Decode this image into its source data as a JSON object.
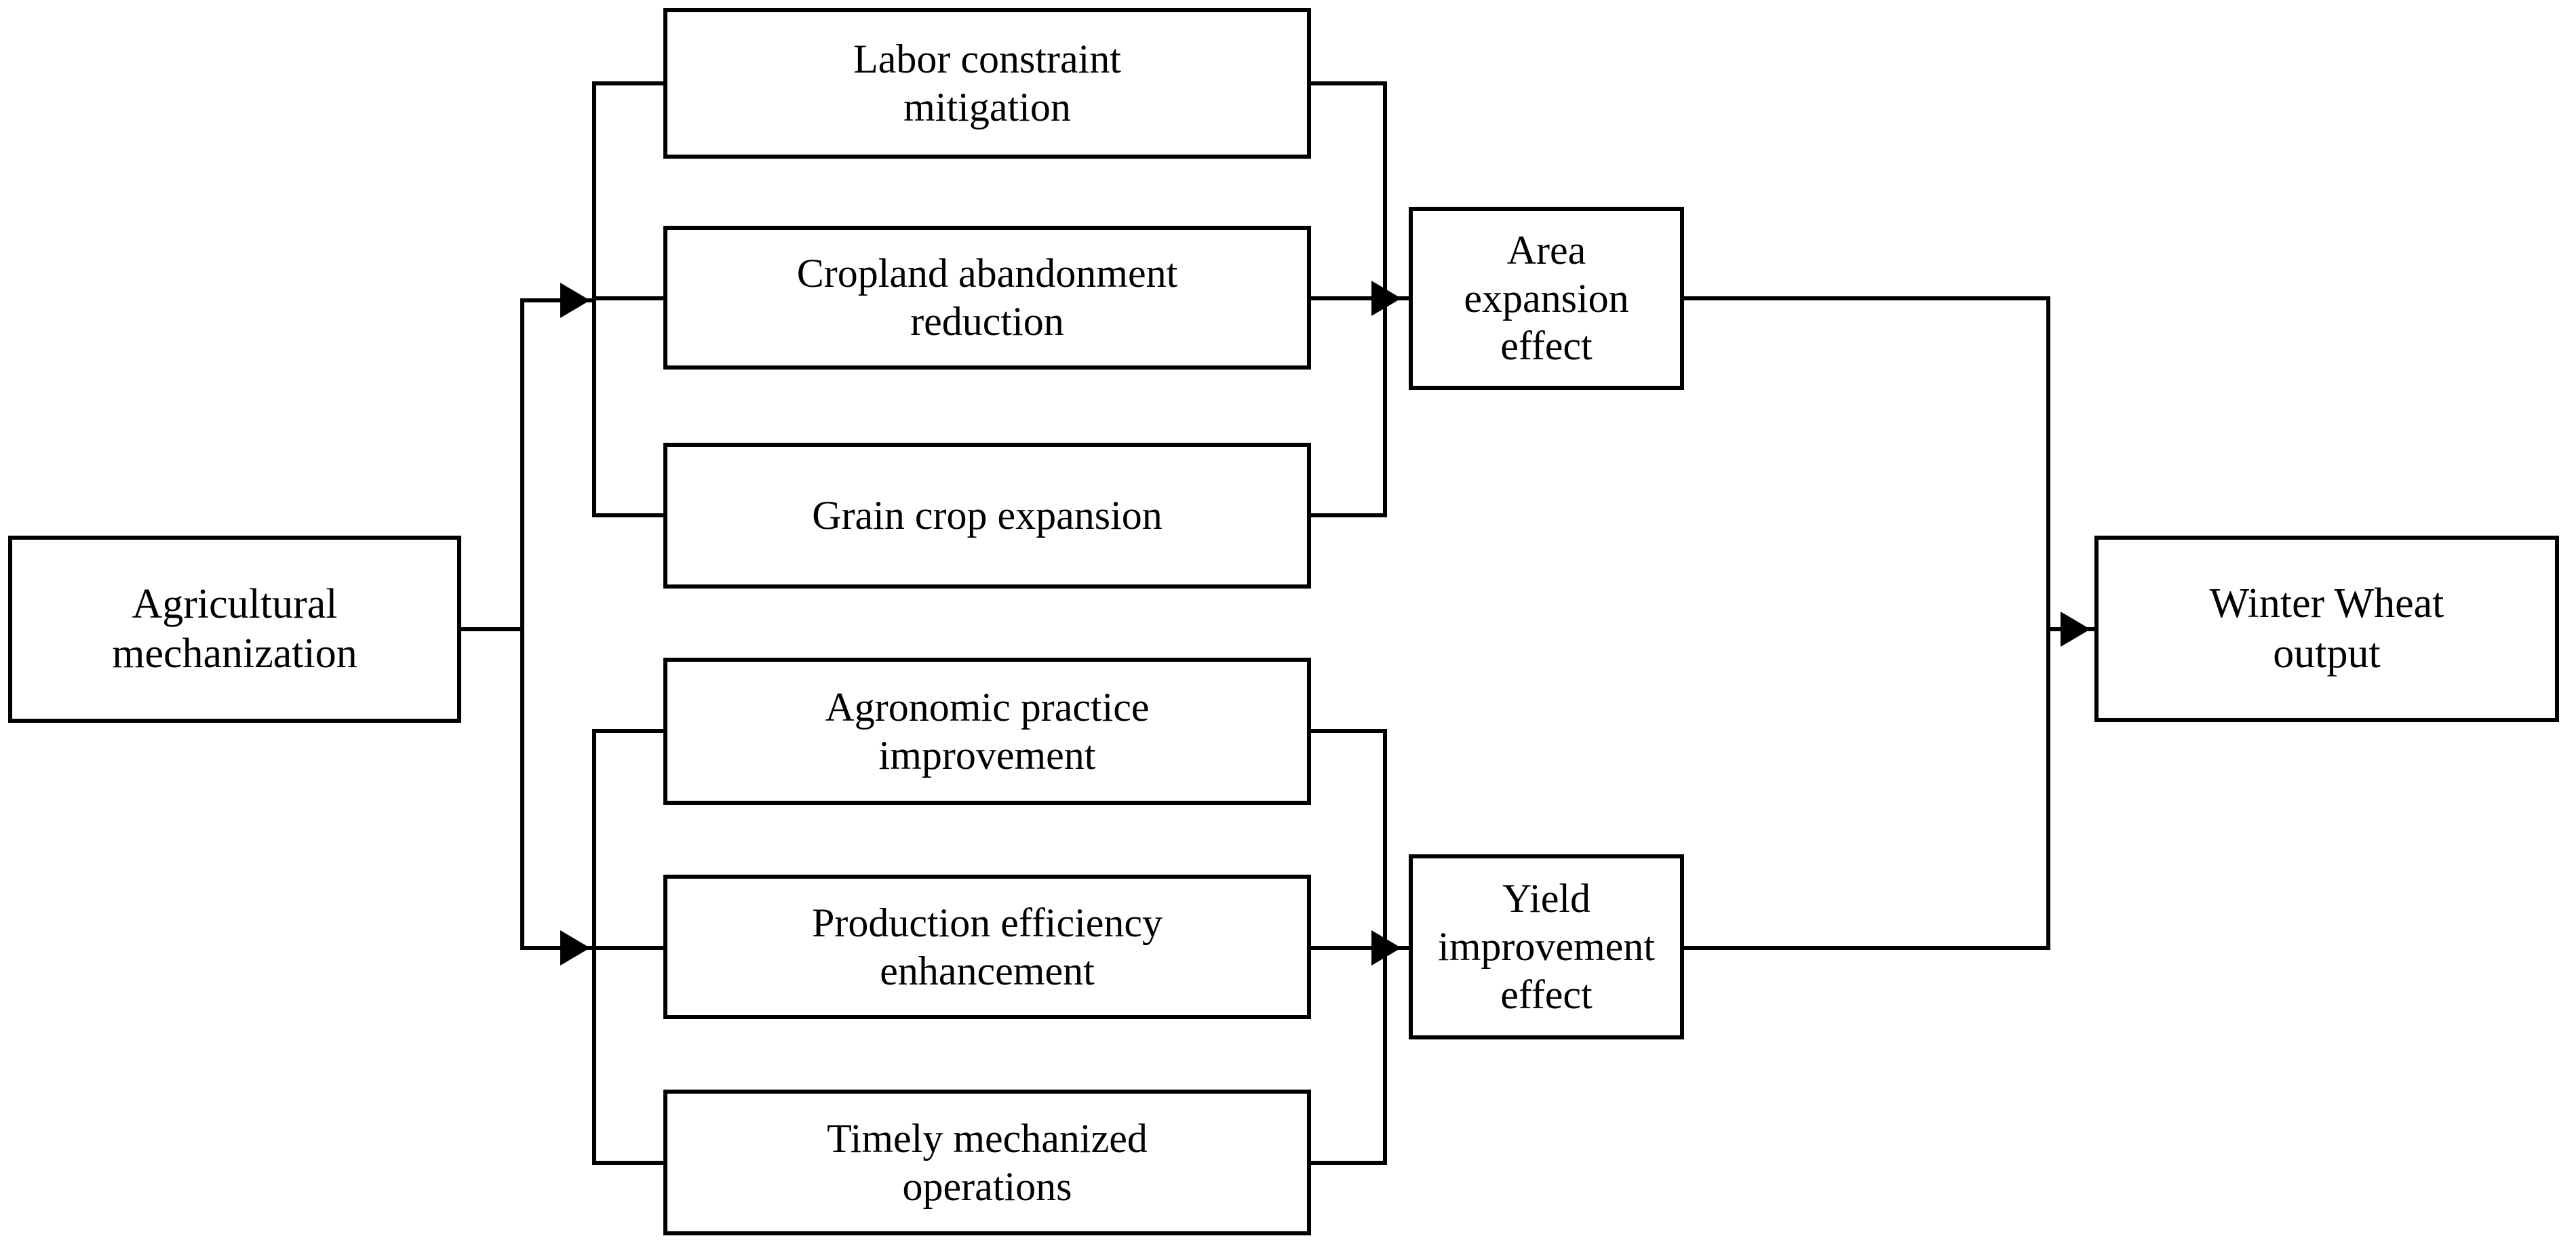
{
  "diagram": {
    "title": "Agricultural mechanization and winter wheat output mechanism",
    "type": "flowchart",
    "orientation": "left-to-right",
    "colors": {
      "stroke": "#000000",
      "fill": "#ffffff",
      "text": "#000000"
    },
    "nodes": {
      "agricultural_mechanization": "Agricultural\nmechanization",
      "labor_constraint_mitigation": "Labor constraint\nmitigation",
      "cropland_abandonment_reduction": "Cropland abandonment\nreduction",
      "grain_crop_expansion": "Grain crop expansion",
      "agronomic_practice_improvement": "Agronomic practice\nimprovement",
      "production_efficiency_enhancement": "Production efficiency\nenhancement",
      "timely_mechanized_operations": "Timely mechanized\noperations",
      "area_expansion_effect": "Area expansion\neffect",
      "yield_improvement_effect": "Yield improvement\neffect",
      "winter_wheat_output": "Winter Wheat\noutput"
    },
    "edges": [
      {
        "from": "agricultural_mechanization",
        "to": "labor_constraint_mitigation",
        "arrow": true
      },
      {
        "from": "agricultural_mechanization",
        "to": "cropland_abandonment_reduction",
        "arrow": true
      },
      {
        "from": "agricultural_mechanization",
        "to": "grain_crop_expansion",
        "arrow": true
      },
      {
        "from": "agricultural_mechanization",
        "to": "agronomic_practice_improvement",
        "arrow": true
      },
      {
        "from": "agricultural_mechanization",
        "to": "production_efficiency_enhancement",
        "arrow": true
      },
      {
        "from": "agricultural_mechanization",
        "to": "timely_mechanized_operations",
        "arrow": true
      },
      {
        "from": "labor_constraint_mitigation",
        "to": "area_expansion_effect",
        "arrow": true
      },
      {
        "from": "cropland_abandonment_reduction",
        "to": "area_expansion_effect",
        "arrow": true
      },
      {
        "from": "grain_crop_expansion",
        "to": "area_expansion_effect",
        "arrow": true
      },
      {
        "from": "agronomic_practice_improvement",
        "to": "yield_improvement_effect",
        "arrow": true
      },
      {
        "from": "production_efficiency_enhancement",
        "to": "yield_improvement_effect",
        "arrow": true
      },
      {
        "from": "timely_mechanized_operations",
        "to": "yield_improvement_effect",
        "arrow": true
      },
      {
        "from": "area_expansion_effect",
        "to": "winter_wheat_output",
        "arrow": true
      },
      {
        "from": "yield_improvement_effect",
        "to": "winter_wheat_output",
        "arrow": true
      }
    ]
  }
}
